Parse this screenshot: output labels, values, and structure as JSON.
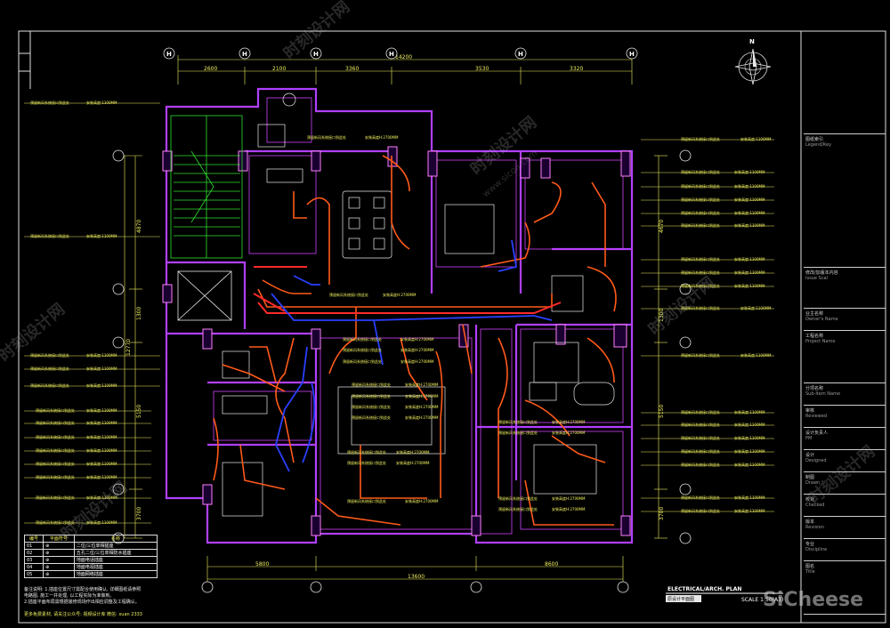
{
  "drawing": {
    "plan_title": "ELECTRICAL/ARCH. PLAN",
    "plan_subtitle": "原设计平面图",
    "scale": "SCALE 1:50(A3)",
    "north_label": "N",
    "dims_top": [
      "2600",
      "2100",
      "3360",
      "3530",
      "3320"
    ],
    "dim_total_top": "14200",
    "dims_bottom": [
      "5800",
      "8600"
    ],
    "dim_total_bottom": "13600",
    "dims_left": [
      "4870",
      "1300",
      "12770",
      "5150",
      "3700"
    ],
    "dims_right": [
      "4670",
      "1300",
      "5150",
      "3700"
    ],
    "axis_bubbles": [
      "H",
      "H",
      "H",
      "H",
      "H",
      "H"
    ],
    "label_text": "预留新风系统接口到此处",
    "label_height": "安装高度H:2700MM",
    "label_height_short": "安装高度:1100MM"
  },
  "legend": {
    "headers": [
      "编号",
      "平面符号",
      "名称"
    ],
    "rows": [
      [
        "01",
        "⊕",
        "二位/三位单相插座"
      ],
      [
        "02",
        "⊕",
        "五孔二位/三位单相防水插座"
      ],
      [
        "03",
        "⊕",
        "地面电话插座"
      ],
      [
        "04",
        "⊕",
        "地面电视插座"
      ],
      [
        "05",
        "⊕",
        "地面网络插座"
      ]
    ]
  },
  "notes": [
    "备注说明: 1.插座位置尺寸需配合使用确认, 详细图纸请参照",
    "电路图, 施工一并处理, 以工程实际为准做到。",
    "2.插座平面布局需根据装修现场作出相应调整及工程确认。"
  ],
  "footer_note": "更多免费素材, 请关注公众号: 视频设计库  微信: xuan 2333",
  "title_block": [
    {
      "cn": "图纸索引",
      "en": "Legend/Key"
    },
    {
      "cn": "修改/加版本内容",
      "en": "Issue Scal"
    },
    {
      "cn": "业主名称",
      "en": "Owner's Name"
    },
    {
      "cn": "工程名称",
      "en": "Project Name"
    },
    {
      "cn": "分项名称",
      "en": "Sub-Item Name"
    },
    {
      "cn": "审核",
      "en": "Reviewed"
    },
    {
      "cn": "设计负责人",
      "en": "PM"
    },
    {
      "cn": "设计",
      "en": "Designed"
    },
    {
      "cn": "制图",
      "en": "Drawn"
    },
    {
      "cn": "校对",
      "en": "Checked"
    },
    {
      "cn": "版本",
      "en": "Revision"
    },
    {
      "cn": "专业",
      "en": "Discipline"
    },
    {
      "cn": "图名",
      "en": "Title"
    }
  ],
  "watermark": "时刻设计网",
  "watermark_url": "www.sicoii.com",
  "brand": "SiCheese",
  "colors": {
    "background": "#000000",
    "wall": "#c040ff",
    "wire": "#ff5a1a",
    "wire_blue": "#2a40ff",
    "furniture": "#e8e8e8",
    "stair": "#30e030",
    "dimension": "#f0f060",
    "column": "#ff80ff"
  }
}
